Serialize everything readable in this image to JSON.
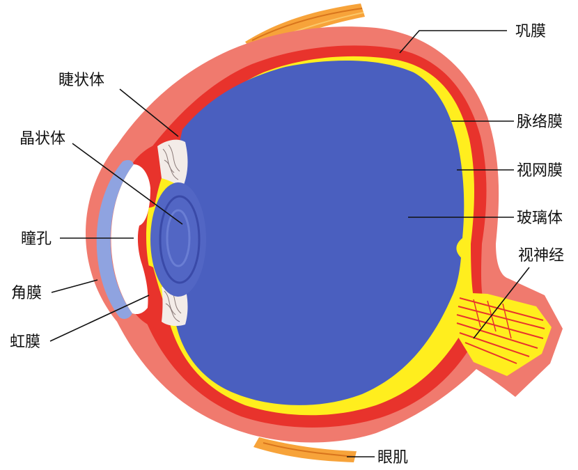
{
  "labels": {
    "sclera": "巩膜",
    "ciliary_body": "睫状体",
    "lens": "晶状体",
    "choroid": "脉络膜",
    "retina": "视网膜",
    "pupil": "瞳孔",
    "vitreous_body": "玻璃体",
    "optic_nerve": "视神经",
    "cornea": "角膜",
    "iris": "虹膜",
    "eye_muscle": "眼肌"
  },
  "colors": {
    "sclera": "#f07a6e",
    "choroid": "#e8332c",
    "retina": "#ffee1e",
    "vitreous": "#4a5fbf",
    "lens": "#5266c4",
    "cornea": "#8fa3e0",
    "muscle": "#f7a33a",
    "ciliary": "#f3ece8"
  }
}
